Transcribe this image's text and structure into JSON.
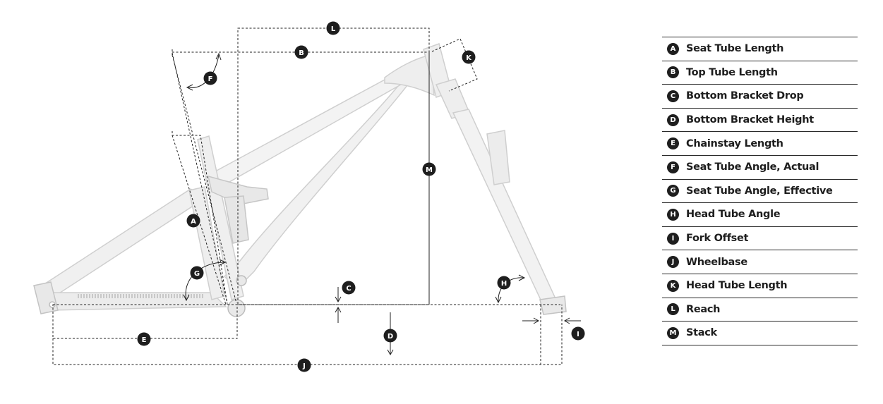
{
  "diagram": {
    "callouts": [
      "L",
      "B",
      "K",
      "F",
      "M",
      "A",
      "G",
      "C",
      "H",
      "D",
      "E",
      "I",
      "J"
    ]
  },
  "legend": {
    "items": [
      {
        "letter": "A",
        "label": "Seat Tube Length"
      },
      {
        "letter": "B",
        "label": "Top Tube Length"
      },
      {
        "letter": "C",
        "label": "Bottom Bracket Drop"
      },
      {
        "letter": "D",
        "label": "Bottom Bracket Height"
      },
      {
        "letter": "E",
        "label": "Chainstay Length"
      },
      {
        "letter": "F",
        "label": "Seat Tube Angle, Actual"
      },
      {
        "letter": "G",
        "label": "Seat Tube Angle, Effective"
      },
      {
        "letter": "H",
        "label": "Head Tube Angle"
      },
      {
        "letter": "I",
        "label": "Fork Offset"
      },
      {
        "letter": "J",
        "label": "Wheelbase"
      },
      {
        "letter": "K",
        "label": "Head Tube Length"
      },
      {
        "letter": "L",
        "label": "Reach"
      },
      {
        "letter": "M",
        "label": "Stack"
      }
    ]
  }
}
